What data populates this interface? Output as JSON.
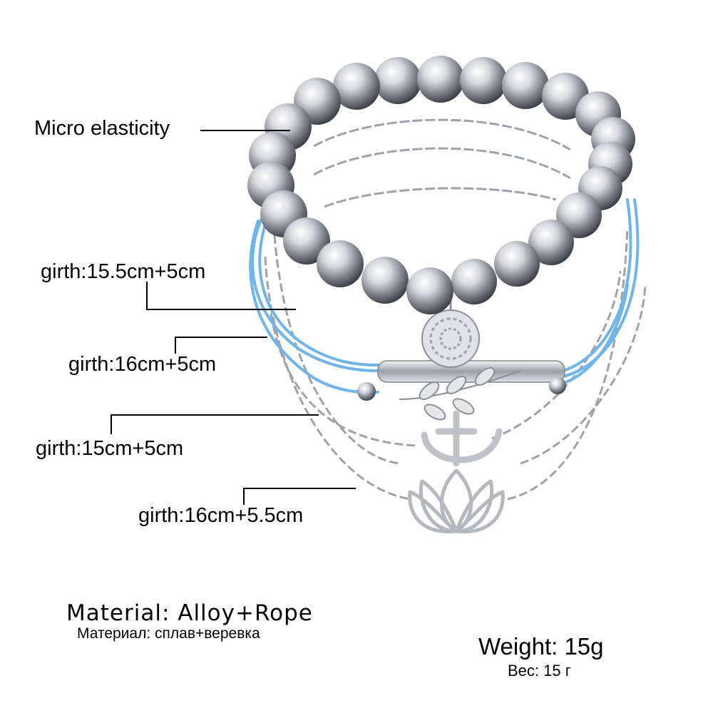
{
  "callouts": {
    "beaded_bracelet": "Micro elasticity",
    "rope_bracelet": "girth:15.5cm+5cm",
    "leaf_bracelet": "girth:16cm+5cm",
    "anchor_bracelet": "girth:15cm+5cm",
    "lotus_bracelet": "girth:16cm+5.5cm"
  },
  "material": {
    "english": "Material: Alloy+Rope",
    "russian": "Материал: сплав+веревка"
  },
  "weight": {
    "english": "Weight: 15g",
    "russian": "Вес: 15 г"
  },
  "colors": {
    "background": "#ffffff",
    "text": "#000000",
    "silver": "#c9ccd2",
    "rope_blue": "#6fb4ea"
  }
}
